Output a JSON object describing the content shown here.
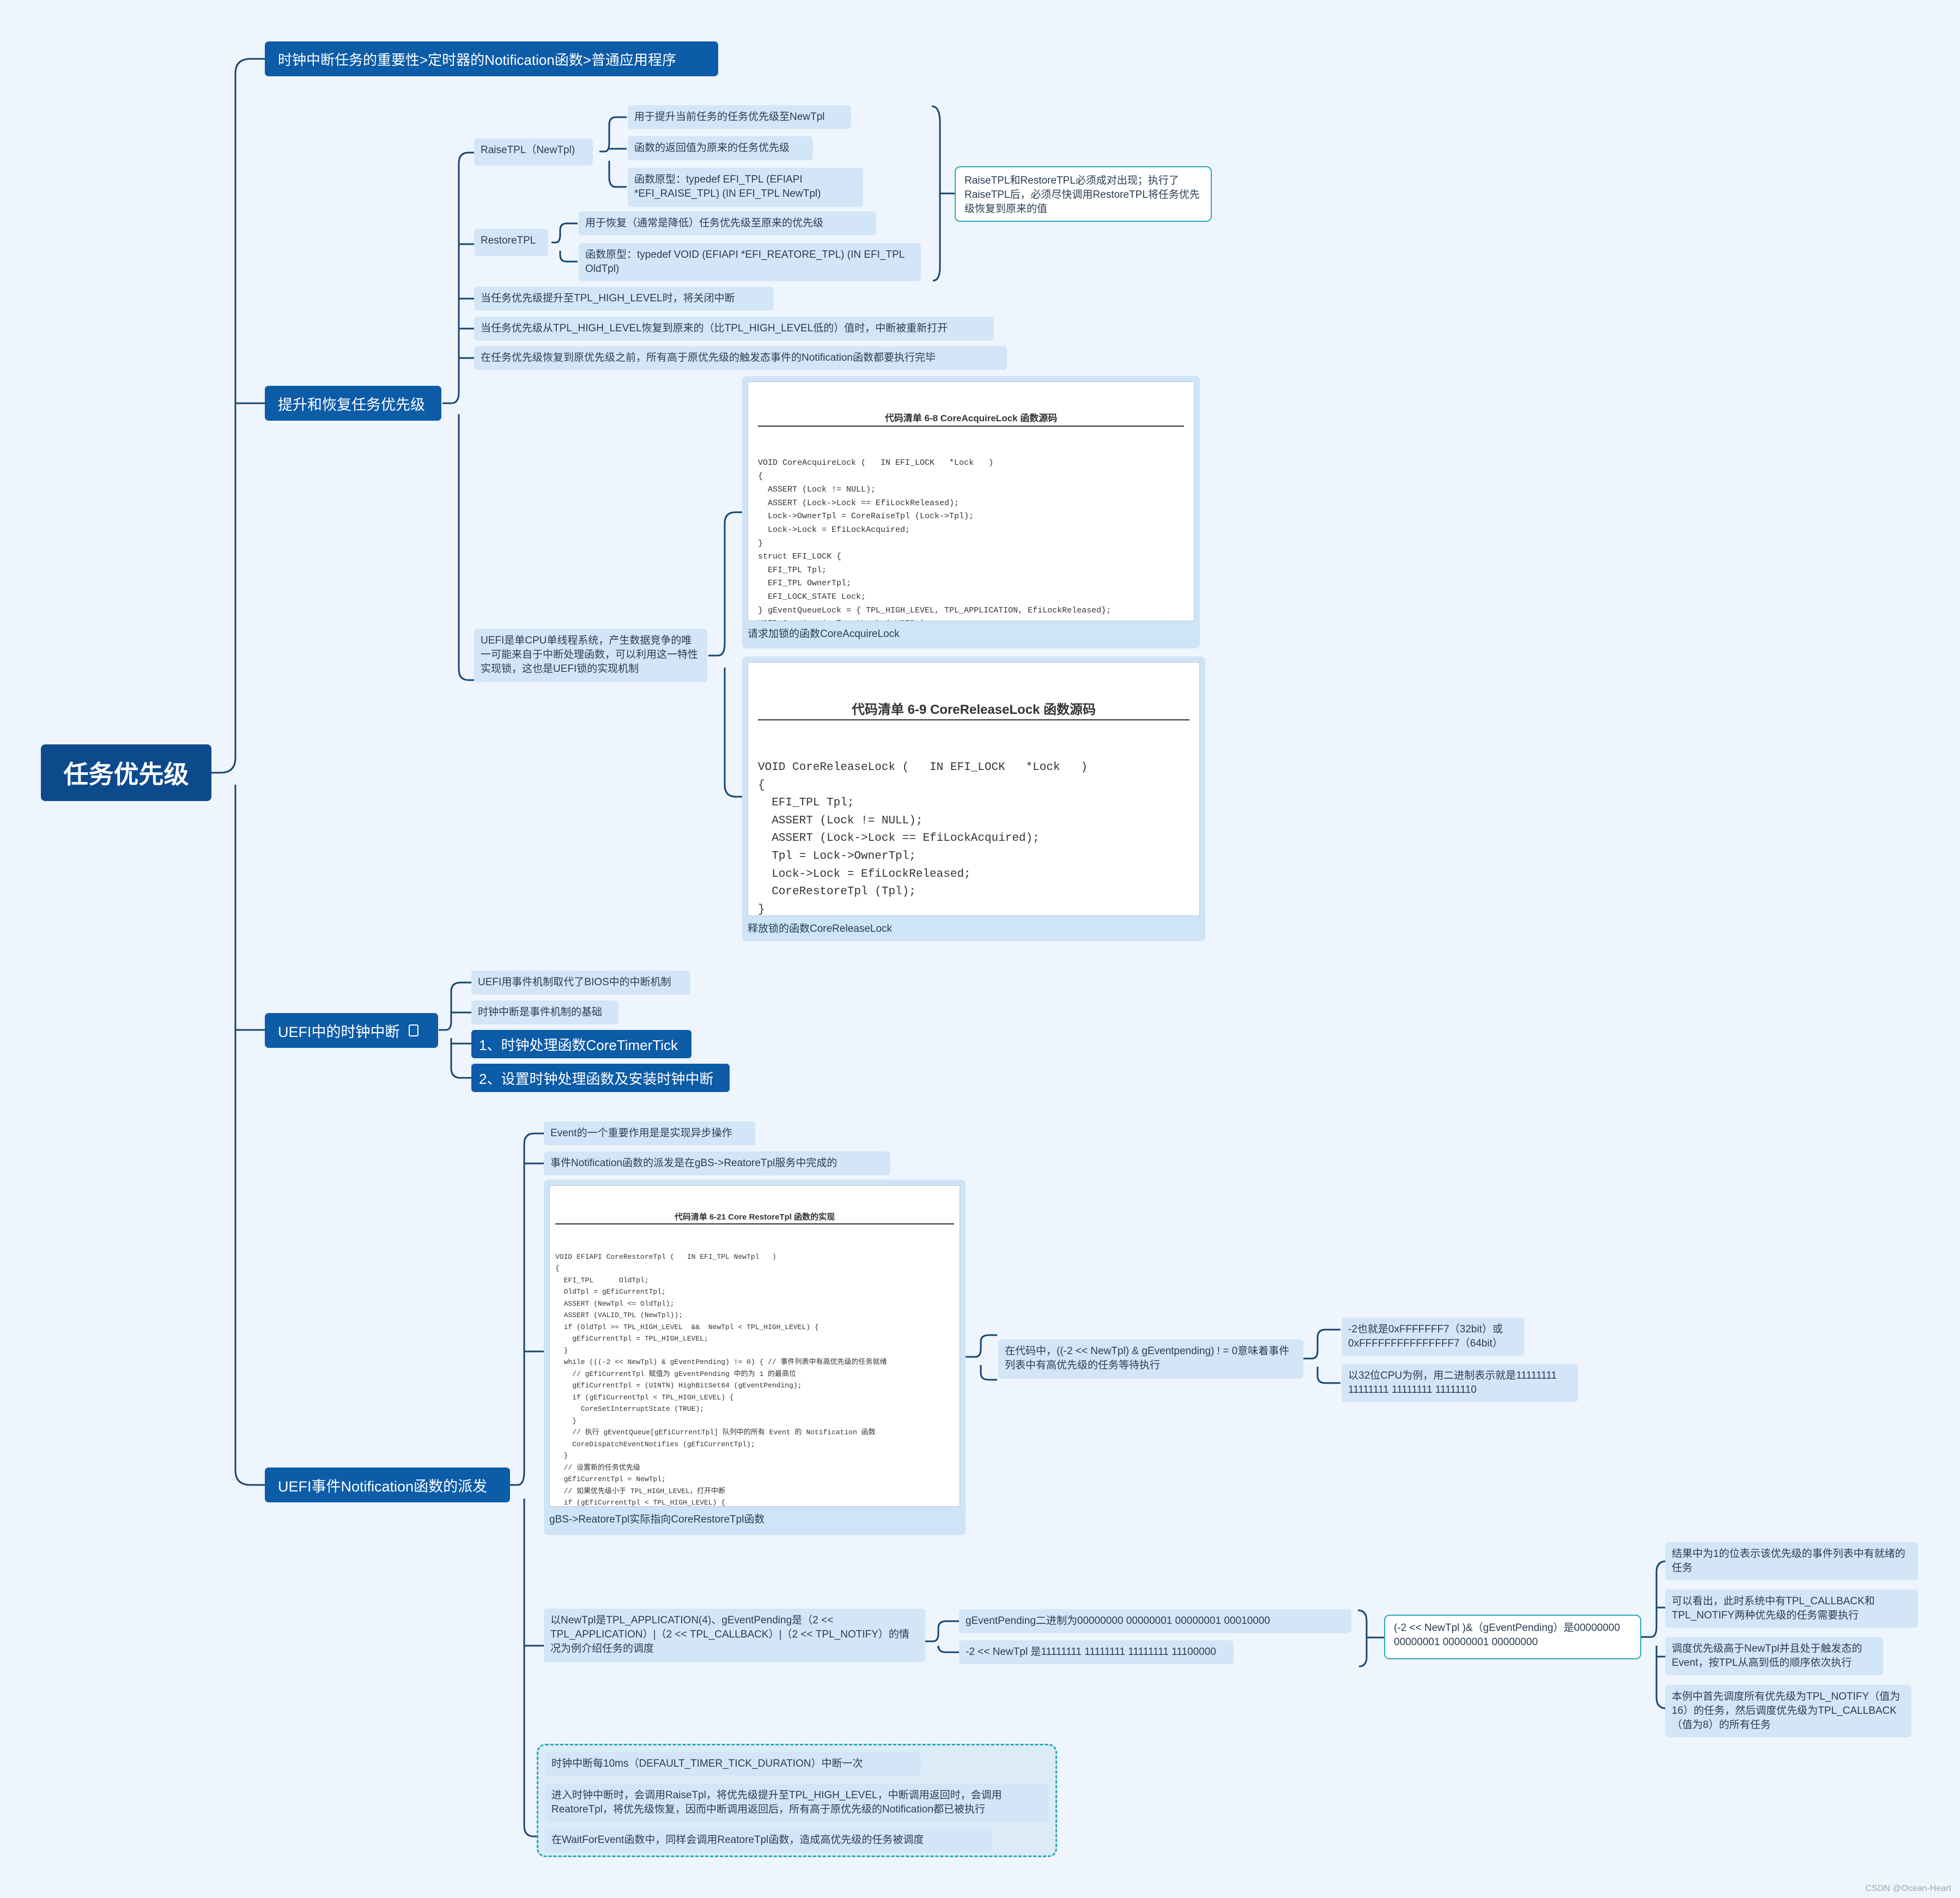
{
  "root": {
    "label": "任务优先级"
  },
  "branch1": {
    "label": "时钟中断任务的重要性>定时器的Notification函数>普通应用程序"
  },
  "branch2": {
    "label": "提升和恢复任务优先级",
    "raise": {
      "label": "RaiseTPL（NewTpl)",
      "items": [
        "用于提升当前任务的任务优先级至NewTpl",
        "函数的返回值为原来的任务优先级",
        "函数原型：typedef  EFI_TPL   (EFIAPI  *EFI_RAISE_TPL)   (IN  EFI_TPL  NewTpl)"
      ]
    },
    "restore": {
      "label": "RestoreTPL",
      "items": [
        "用于恢复（通常是降低）任务优先级至原来的优先级",
        "函数原型：typedef  VOID   (EFIAPI  *EFI_REATORE_TPL)   (IN  EFI_TPL  OldTpl)"
      ]
    },
    "callout": "RaiseTPL和RestoreTPL必须成对出现；执行了RaiseTPL后，必须尽快调用RestoreTPL将任务优先级恢复到原来的值",
    "notes": [
      "当任务优先级提升至TPL_HIGH_LEVEL时，将关闭中断",
      "当任务优先级从TPL_HIGH_LEVEL恢复到原来的（比TPL_HIGH_LEVEL低的）值时，中断被重新打开",
      "在任务优先级恢复到原优先级之前，所有高于原优先级的触发态事件的Notification函数都要执行完毕"
    ],
    "lock": {
      "label": "UEFI是单CPU单线程系统，产生数据竞争的唯一可能来自于中断处理函数，可以利用这一特性实现锁，这也是UEFI锁的实现机制",
      "code1": {
        "title": "代码清单 6-8    CoreAcquireLock 函数源码",
        "code": "VOID CoreAcquireLock (   IN EFI_LOCK   *Lock   )\n{\n  ASSERT (Lock != NULL);\n  ASSERT (Lock->Lock == EfiLockReleased);\n  Lock->OwnerTpl = CoreRaiseTpl (Lock->Tpl);\n  Lock->Lock = EfiLockAcquired;\n}\nstruct EFI_LOCK {\n  EFI_TPL Tpl;\n  EFI_TPL OwnerTpl;\n  EFI_LOCK_STATE Lock;\n} gEventQueueLock = { TPL_HIGH_LEVEL, TPL_APPLICATION, EfiLockReleased};\nVOID CoreAcquireEventLock ( VOID )\n{\n  CoreAcquireLock (&gEventQueueLock);\n}",
        "caption": "请求加锁的函数CoreAcquireLock"
      },
      "code2": {
        "title": "代码清单 6-9    CoreReleaseLock 函数源码",
        "code": "VOID CoreReleaseLock (   IN EFI_LOCK   *Lock   )\n{\n  EFI_TPL Tpl;\n  ASSERT (Lock != NULL);\n  ASSERT (Lock->Lock == EfiLockAcquired);\n  Tpl = Lock->OwnerTpl;\n  Lock->Lock = EfiLockReleased;\n  CoreRestoreTpl (Tpl);\n}\nVOID CoreReleaseEventLock (   VOID   )\n{\n  CoreReleaseLock (&gEventQueueLock);\n}",
        "caption": "释放锁的函数CoreReleaseLock"
      }
    }
  },
  "branch3": {
    "label": "UEFI中的时钟中断",
    "items": [
      "UEFI用事件机制取代了BIOS中的中断机制",
      "时钟中断是事件机制的基础"
    ],
    "highlights": [
      "1、时钟处理函数CoreTimerTick",
      "2、设置时钟处理函数及安装时钟中断"
    ]
  },
  "branch4": {
    "label": "UEFI事件Notification函数的派发",
    "items": [
      "Event的一个重要作用是是实现异步操作",
      "事件Notification函数的派发是在gBS->ReatoreTpl服务中完成的"
    ],
    "code3": {
      "title": "代码清单 6-21    Core RestoreTpl 函数的实现",
      "code": "VOID EFIAPI CoreRestoreTpl (   IN EFI_TPL NewTpl   )\n{\n  EFI_TPL      OldTpl;\n  OldTpl = gEfiCurrentTpl;\n  ASSERT (NewTpl <= OldTpl);\n  ASSERT (VALID_TPL (NewTpl));\n  if (OldTpl >= TPL_HIGH_LEVEL  &&  NewTpl < TPL_HIGH_LEVEL) {\n    gEfiCurrentTpl = TPL_HIGH_LEVEL;\n  }\n  while (((-2 << NewTpl) & gEventPending) != 0) { // 事件列表中有高优先级的任务就绪\n    // gEfiCurrentTpl 赋值为 gEventPending 中的为 1 的最高位\n    gEfiCurrentTpl = (UINTN) HighBitSet64 (gEventPending);\n    if (gEfiCurrentTpl < TPL_HIGH_LEVEL) {\n      CoreSetInterruptState (TRUE);\n    }\n    // 执行 gEventQueue[gEfiCurrentTpl] 队列中的所有 Event 的 Notification 函数\n    CoreDispatchEventNotifies (gEfiCurrentTpl);\n  }\n  // 设置新的任务优先级\n  gEfiCurrentTpl = NewTpl;\n  // 如果优先级小于 TPL_HIGH_LEVEL，打开中断\n  if (gEfiCurrentTpl < TPL_HIGH_LEVEL) {\n    CoreSetInterruptState (TRUE);\n  }\n}",
      "caption": "gBS->ReatoreTpl实际指向CoreRestoreTpl函数",
      "note": "在代码中，((-2 << NewTpl) & gEventpending) ! = 0意味着事件列表中有高优先级的任务等待执行",
      "sub": [
        "-2也就是0xFFFFFFF7（32bit）或0xFFFFFFFFFFFFFFF7（64bit）",
        "以32位CPU为例，用二进制表示就是11111111 11111111   11111111   11111110"
      ]
    },
    "example": {
      "label": "以NewTpl是TPL_APPLICATION(4)、gEventPending是（2  << TPL_APPLICATION）|（2  << TPL_CALLBACK）|（2  << TPL_NOTIFY）的情况为例介绍任务的调度",
      "bits": [
        "gEventPending二进制为00000000   00000001   00000001   00010000",
        "-2 << NewTpl 是11111111    11111111    11111111    11100000"
      ],
      "result": "(-2 << NewTpl )&（gEventPending）是00000000   00000001   00000001   00000000",
      "conclusions": [
        "结果中为1的位表示该优先级的事件列表中有就绪的任务",
        "可以看出，此时系统中有TPL_CALLBACK和TPL_NOTIFY两种优先级的任务需要执行",
        "调度优先级高于NewTpl并且处于触发态的Event，按TPL从高到低的顺序依次执行",
        "本例中首先调度所有优先级为TPL_NOTIFY（值为16）的任务，然后调度优先级为TPL_CALLBACK（值为8）的所有任务"
      ]
    },
    "group": [
      "时钟中断每10ms（DEFAULT_TIMER_TICK_DURATION）中断一次",
      "进入时钟中断时，会调用RaiseTpl，将优先级提升至TPL_HIGH_LEVEL，中断调用返回时，会调用ReatoreTpl，将优先级恢复，因而中断调用返回后，所有高于原优先级的Notification都已被执行",
      "在WaitForEvent函数中，同样会调用ReatoreTpl函数，造成高优先级的任务被调度"
    ]
  },
  "watermark": "CSDN @Ocean-Heart",
  "colors": {
    "root": "#0d4a8c",
    "branch": "#0d5ca8",
    "leaf": "#d3e6f8",
    "line": "#17456f",
    "accent": "#29a8b8"
  }
}
